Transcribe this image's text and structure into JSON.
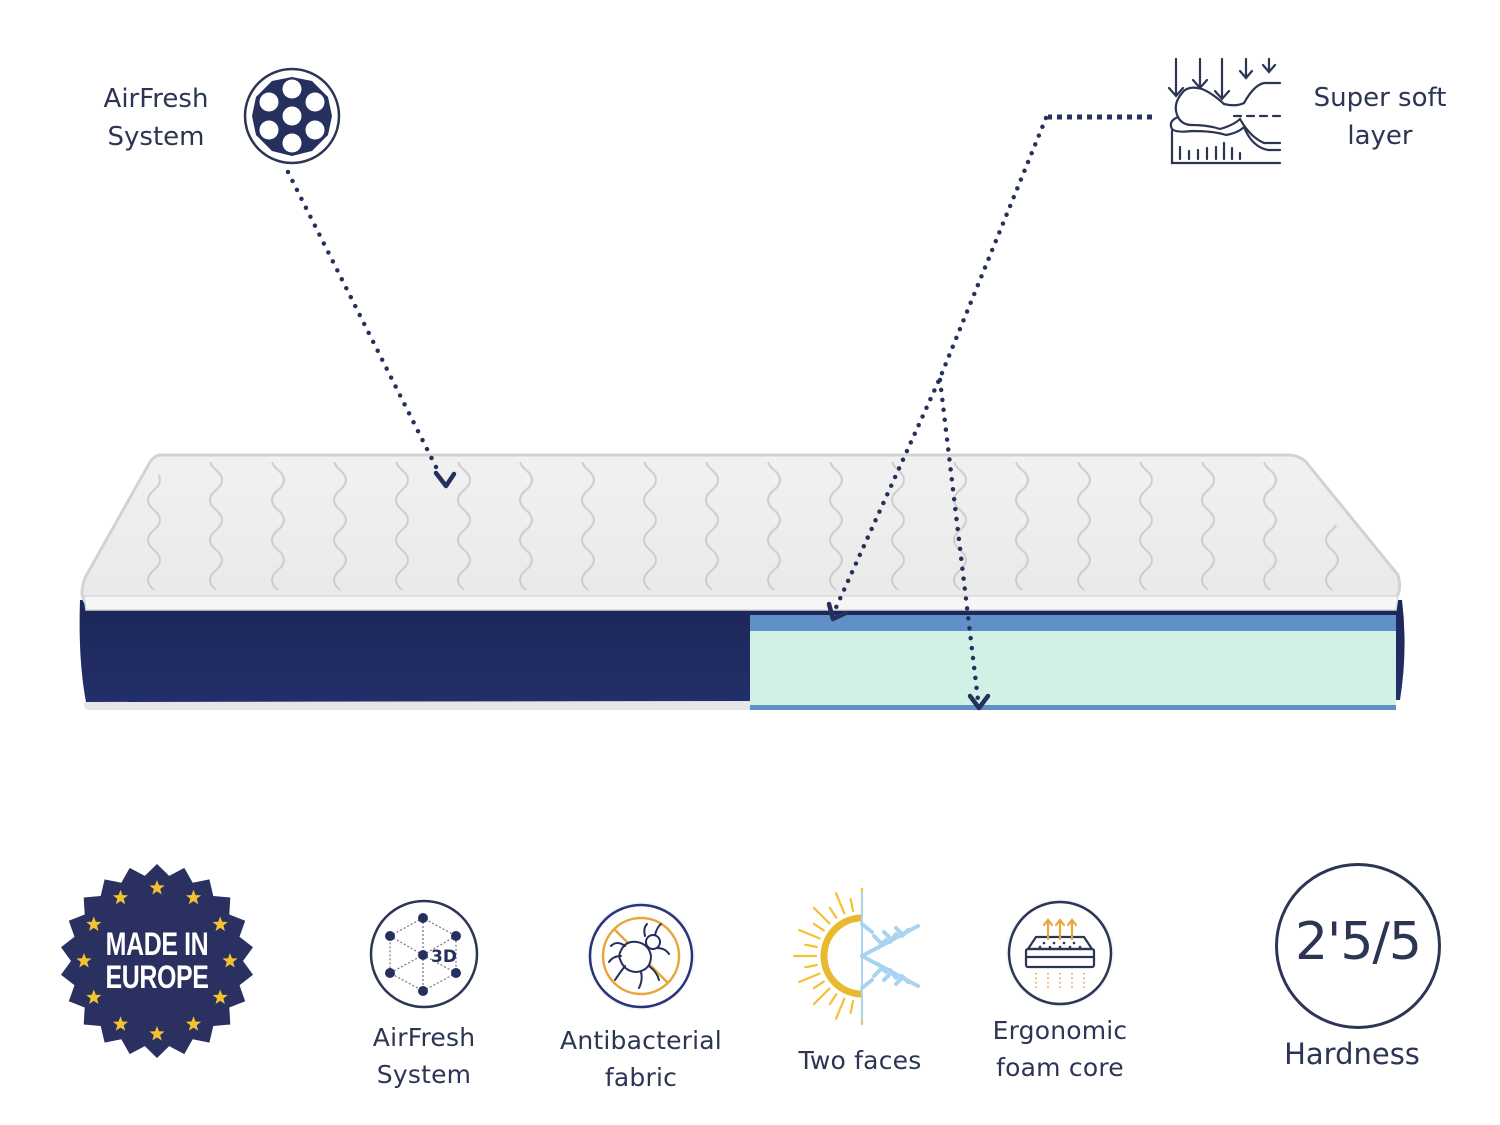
{
  "callouts": {
    "airfresh": {
      "line1": "AirFresh",
      "line2": "System",
      "icon": "airflow-holes-icon"
    },
    "super_soft": {
      "line1": "Super soft",
      "line2": "layer",
      "icon": "pressure-layer-icon"
    }
  },
  "product": {
    "name": "mattress",
    "cross_section_layers": [
      "Super soft layer",
      "Ergonomic foam core"
    ]
  },
  "features": [
    {
      "line1": "AirFresh",
      "line2": "System",
      "icon": "3d-airflow-icon"
    },
    {
      "line1": "Antibacterial",
      "line2": "fabric",
      "icon": "antibacterial-bug-icon"
    },
    {
      "line1": "Two faces",
      "line2": "",
      "icon": "sun-snowflake-icon"
    },
    {
      "line1": "Ergonomic",
      "line2": "foam core",
      "icon": "foam-core-icon"
    }
  ],
  "badge": {
    "line1": "MADE IN",
    "line2": "EUROPE",
    "icon": "eu-stars-badge"
  },
  "hardness": {
    "value": "2'5/5",
    "label": "Hardness"
  },
  "colors": {
    "navy": "#2c3553",
    "side_navy": "#1f2a5c",
    "soft_layer_blue": "#6090c6",
    "foam_mint": "#d1f0e6",
    "gold": "#f2c230",
    "orange": "#e8a53a",
    "ice_blue": "#a8d4f2"
  }
}
